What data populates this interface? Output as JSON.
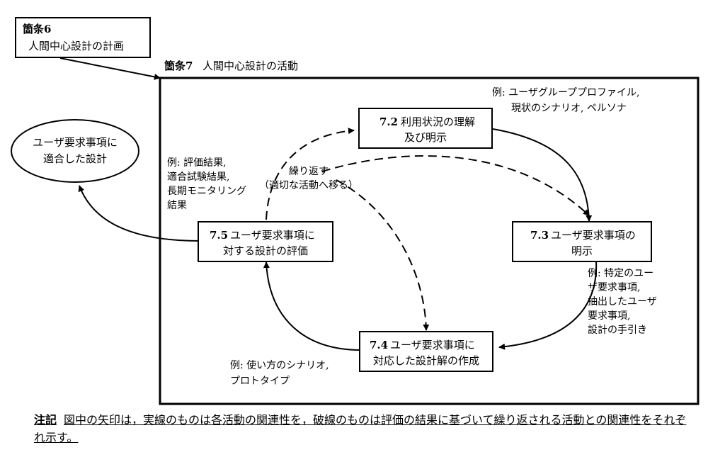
{
  "clause6": {
    "label": "箇条6",
    "title": "人間中心設計の計画"
  },
  "clause7": {
    "label": "箇条7",
    "title": "人間中心設計の活動"
  },
  "outcome": {
    "line1": "ユーザ要求事項に",
    "line2": "適合した設計"
  },
  "box72": {
    "num": "7.2",
    "line1": "利用状況の理解",
    "line2": "及び明示"
  },
  "box73": {
    "num": "7.3",
    "line1": "ユーザ要求事項の",
    "line2": "明示"
  },
  "box74": {
    "num": "7.4",
    "line1": "ユーザ要求事項に",
    "line2": "対応した設計解の作成"
  },
  "box75": {
    "num": "7.5",
    "line1": "ユーザ要求事項に",
    "line2": "対する設計の評価"
  },
  "ex72": {
    "line1": "例: ユーザグループプロファイル,",
    "line2": "現状のシナリオ, ペルソナ"
  },
  "ex73": {
    "line1": "例: 特定のユー",
    "line2": "ザ要求事項,",
    "line3": "抽出したユーザ",
    "line4": "要求事項,",
    "line5": "設計の手引き"
  },
  "ex74": {
    "line1": "例: 使い方のシナリオ,",
    "line2": "プロトタイプ"
  },
  "ex75": {
    "line1": "例: 評価結果,",
    "line2": "適合試験結果,",
    "line3": "長期モニタリング",
    "line4": "結果"
  },
  "iterate": {
    "line1": "繰り返す",
    "line2": "（適切な活動へ移る）"
  },
  "note": {
    "label": "注記",
    "text": "図中の矢印は，実線のものは各活動の関連性を，破線のものは評価の結果に基づいて繰り返される活動との関連性をそれぞれ示す。"
  }
}
